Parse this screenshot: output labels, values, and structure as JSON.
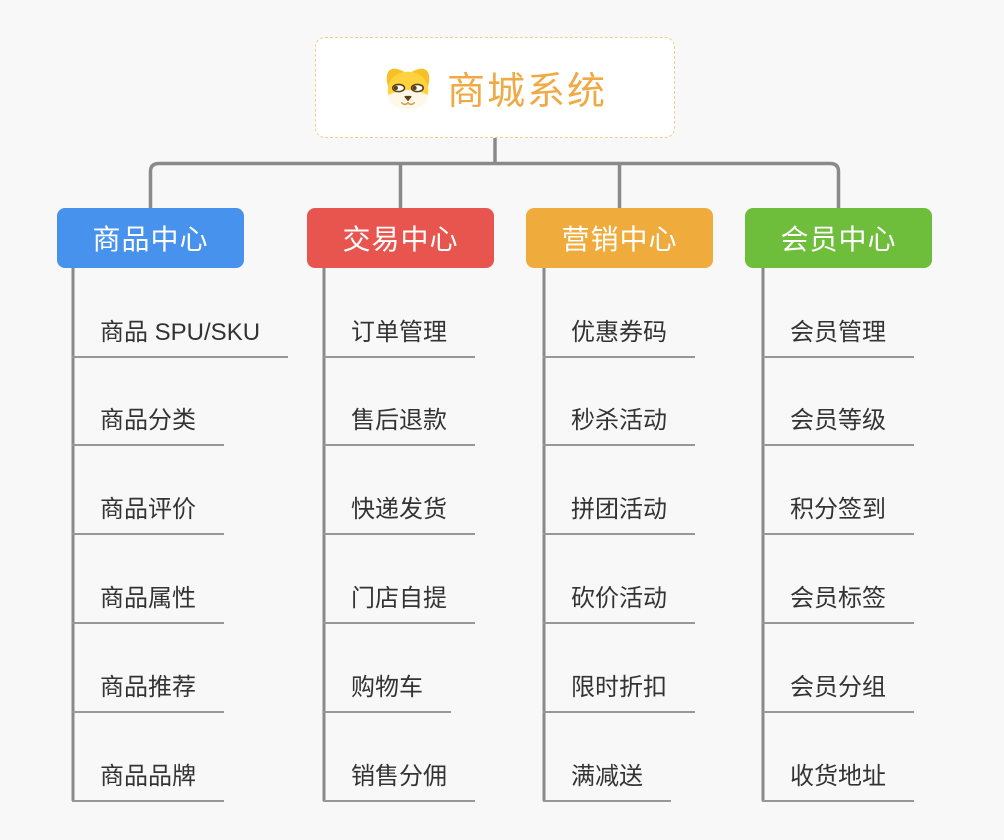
{
  "root": {
    "title": "商城系统",
    "icon": "shiba-dog-icon"
  },
  "branches": [
    {
      "label": "商品中心",
      "color": "#4792ec",
      "items": [
        "商品 SPU/SKU",
        "商品分类",
        "商品评价",
        "商品属性",
        "商品推荐",
        "商品品牌"
      ]
    },
    {
      "label": "交易中心",
      "color": "#e8554f",
      "items": [
        "订单管理",
        "售后退款",
        "快递发货",
        "门店自提",
        "购物车",
        "销售分佣"
      ]
    },
    {
      "label": "营销中心",
      "color": "#efac3d",
      "items": [
        "优惠券码",
        "秒杀活动",
        "拼团活动",
        "砍价活动",
        "限时折扣",
        "满减送"
      ]
    },
    {
      "label": "会员中心",
      "color": "#6ebe3c",
      "items": [
        "会员管理",
        "会员等级",
        "积分签到",
        "会员标签",
        "会员分组",
        "收货地址"
      ]
    }
  ],
  "colors": {
    "background": "#f8f8f8",
    "connector": "#8a8a8a",
    "underline": "#979797",
    "title_text": "#f0aa45",
    "item_text": "#333333",
    "root_border": "#f2cd8e",
    "icon_head": "#ffd23f",
    "icon_ear": "#f6c126",
    "icon_muzzle": "#fff7e8",
    "icon_features": "#5c4013"
  }
}
